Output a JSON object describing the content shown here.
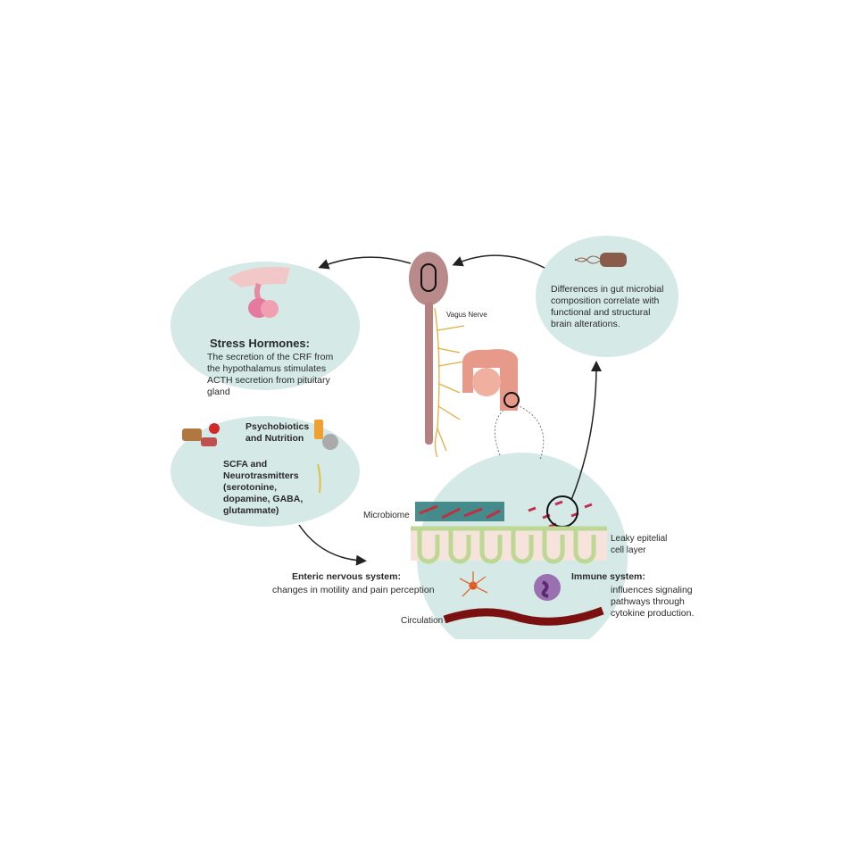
{
  "colors": {
    "bubble": "#d5e9e6",
    "brain": "#b98a8a",
    "nerve": "#e0b040",
    "gut": "#e89a8a",
    "villi": "#cfe2a8",
    "blood": "#7a1010"
  },
  "stress": {
    "title": "Stress Hormones:",
    "body": "The secretion of the CRF from the hypothalamus stimulates ACTH secretion from pituitary gland"
  },
  "microbial": {
    "body": "Differences in gut microbial composition correlate with functional and structural brain alterations."
  },
  "nutrition": {
    "title": "Psychobiotics and Nutrition",
    "scfa": "SCFA and Neurotrasmitters (serotonine, dopamine, GABA, glutammate)"
  },
  "vagus": "Vagus Nerve",
  "gut": {
    "microbiome": "Microbiome",
    "leaky": "Leaky epitelial cell layer",
    "enteric_title": "Enteric nervous system:",
    "enteric_body": "changes in motility and pain perception",
    "immune_title": "Immune system:",
    "immune_body": "influences signaling pathways through cytokine production.",
    "circulation": "Circulation"
  }
}
